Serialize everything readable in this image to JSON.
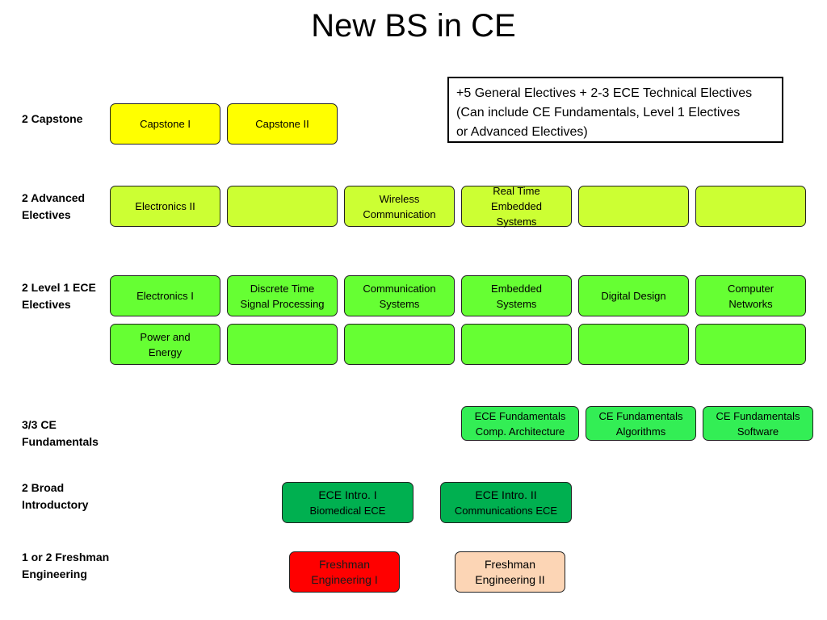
{
  "title": "New BS in CE",
  "note": "+5 General Electives + 2-3 ECE Technical Electives\n(Can include CE Fundamentals, Level 1 Electives\nor Advanced Electives)",
  "rows": {
    "capstone": "2 Capstone",
    "advanced": "2 Advanced\nElectives",
    "level1": "2 Level 1 ECE\nElectives",
    "fundamentals": "3/3 CE\nFundamentals",
    "intro": "2 Broad\nIntroductory",
    "freshman": "1 or 2 Freshman\nEngineering"
  },
  "capstone": [
    "Capstone I",
    "Capstone II"
  ],
  "advanced": [
    "Electronics II",
    "",
    "Wireless\nCommunication",
    "Real Time\nEmbedded\nSystems",
    "",
    ""
  ],
  "level1_top": [
    "Electronics I",
    "Discrete Time\nSignal Processing",
    "Communication\nSystems",
    "Embedded\nSystems",
    "Digital Design",
    "Computer\nNetworks"
  ],
  "level1_bottom": [
    "Power and\nEnergy",
    "",
    "",
    "",
    "",
    ""
  ],
  "fundamentals": [
    "ECE Fundamentals\nComp. Architecture",
    "CE Fundamentals\nAlgorithms",
    "CE Fundamentals\nSoftware"
  ],
  "intro": [
    {
      "line1": "ECE Intro. I",
      "line2": "Biomedical ECE"
    },
    {
      "line1": "ECE Intro. II",
      "line2": "Communications ECE"
    }
  ],
  "freshman": [
    "Freshman\nEngineering I",
    "Freshman\nEngineering II"
  ],
  "colors": {
    "capstone": "#ffff00",
    "advanced": "#ccff33",
    "level1": "#66ff33",
    "fundamentals": "#33ee55",
    "intro": "#00b050",
    "freshman_1": "#ff0000",
    "freshman_2": "#fcd5b5"
  }
}
